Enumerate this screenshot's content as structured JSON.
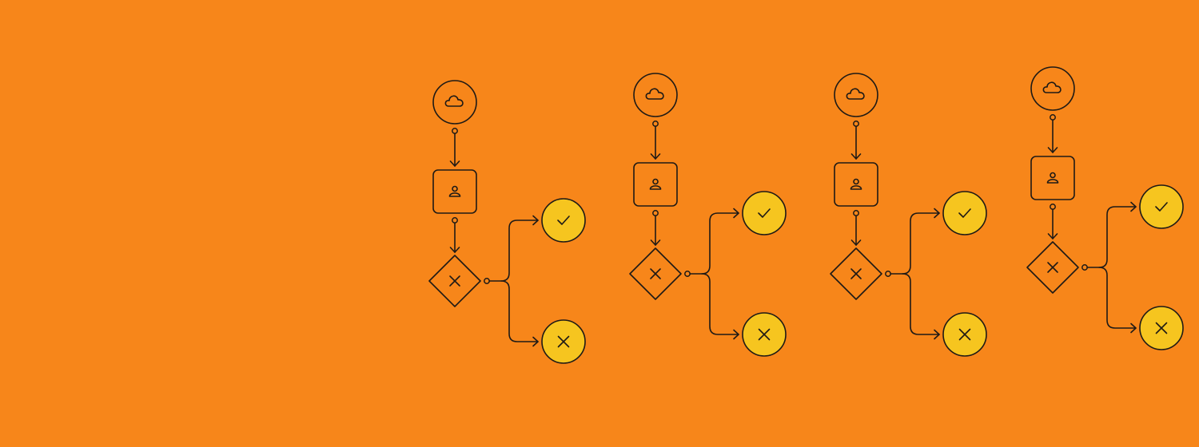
{
  "background_color": "#f7861a",
  "stroke_color": "#1e1a16",
  "outcome_fill_color": "#f6c51f",
  "flows": [
    {
      "nodes": [
        {
          "type": "start-event",
          "icon": "cloud-icon"
        },
        {
          "type": "user-task",
          "icon": "person-icon"
        },
        {
          "type": "exclusive-gateway",
          "icon": "x-icon"
        },
        {
          "type": "success-end",
          "icon": "check-icon"
        },
        {
          "type": "failure-end",
          "icon": "x-icon"
        }
      ]
    },
    {
      "nodes": [
        {
          "type": "start-event",
          "icon": "cloud-icon"
        },
        {
          "type": "user-task",
          "icon": "person-icon"
        },
        {
          "type": "exclusive-gateway",
          "icon": "x-icon"
        },
        {
          "type": "success-end",
          "icon": "check-icon"
        },
        {
          "type": "failure-end",
          "icon": "x-icon"
        }
      ]
    },
    {
      "nodes": [
        {
          "type": "start-event",
          "icon": "cloud-icon"
        },
        {
          "type": "user-task",
          "icon": "person-icon"
        },
        {
          "type": "exclusive-gateway",
          "icon": "x-icon"
        },
        {
          "type": "success-end",
          "icon": "check-icon"
        },
        {
          "type": "failure-end",
          "icon": "x-icon"
        }
      ]
    },
    {
      "nodes": [
        {
          "type": "start-event",
          "icon": "cloud-icon"
        },
        {
          "type": "user-task",
          "icon": "person-icon"
        },
        {
          "type": "exclusive-gateway",
          "icon": "x-icon"
        },
        {
          "type": "success-end",
          "icon": "check-icon"
        },
        {
          "type": "failure-end",
          "icon": "x-icon"
        }
      ]
    }
  ]
}
